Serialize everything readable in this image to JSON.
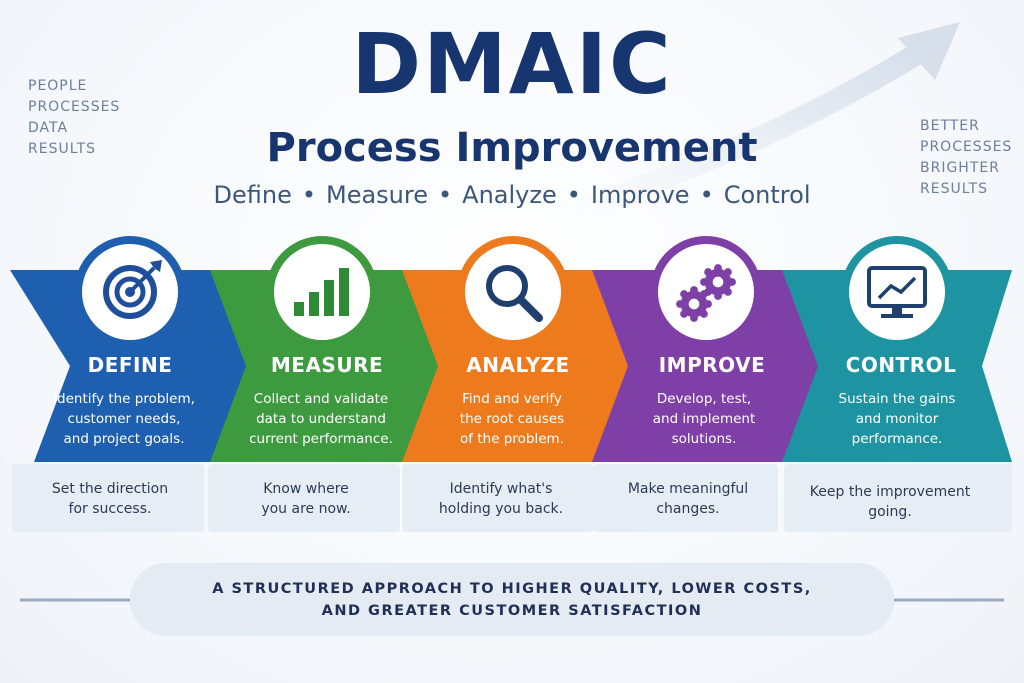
{
  "title": "DMAIC",
  "subtitle": "Process Improvement",
  "phase_words": [
    "Define",
    "Measure",
    "Analyze",
    "Improve",
    "Control"
  ],
  "left_words": [
    "PEOPLE",
    "PROCESSES",
    "DATA",
    "RESULTS"
  ],
  "right_words": [
    "BETTER",
    "PROCESSES",
    "BRIGHTER",
    "RESULTS"
  ],
  "steps": [
    {
      "title": "DEFINE",
      "icon": "target-icon",
      "color": "#1f5fb0",
      "desc": [
        "Identify the problem,",
        "customer needs,",
        "and project goals."
      ],
      "card": [
        "Set the direction",
        "for success."
      ]
    },
    {
      "title": "MEASURE",
      "icon": "bar-chart-icon",
      "color": "#3d9a3f",
      "desc": [
        "Collect and validate",
        "data to understand",
        "current performance."
      ],
      "card": [
        "Know where",
        "you are now."
      ]
    },
    {
      "title": "ANALYZE",
      "icon": "magnifier-icon",
      "color": "#ee7a1e",
      "desc": [
        "Find and verify",
        "the root causes",
        "of the problem."
      ],
      "card": [
        "Identify what's",
        "holding you back."
      ]
    },
    {
      "title": "IMPROVE",
      "icon": "gears-icon",
      "color": "#7e3fa6",
      "desc": [
        "Develop, test,",
        "and implement",
        "solutions."
      ],
      "card": [
        "Make meaningful",
        "changes."
      ]
    },
    {
      "title": "CONTROL",
      "icon": "monitor-chart-icon",
      "color": "#1e94a3",
      "desc": [
        "Sustain the gains",
        "and monitor",
        "performance."
      ],
      "card": [
        "Keep the improvement",
        "going."
      ]
    }
  ],
  "banner": [
    "A STRUCTURED APPROACH TO HIGHER QUALITY, LOWER COSTS,",
    "AND GREATER CUSTOMER SATISFACTION"
  ]
}
